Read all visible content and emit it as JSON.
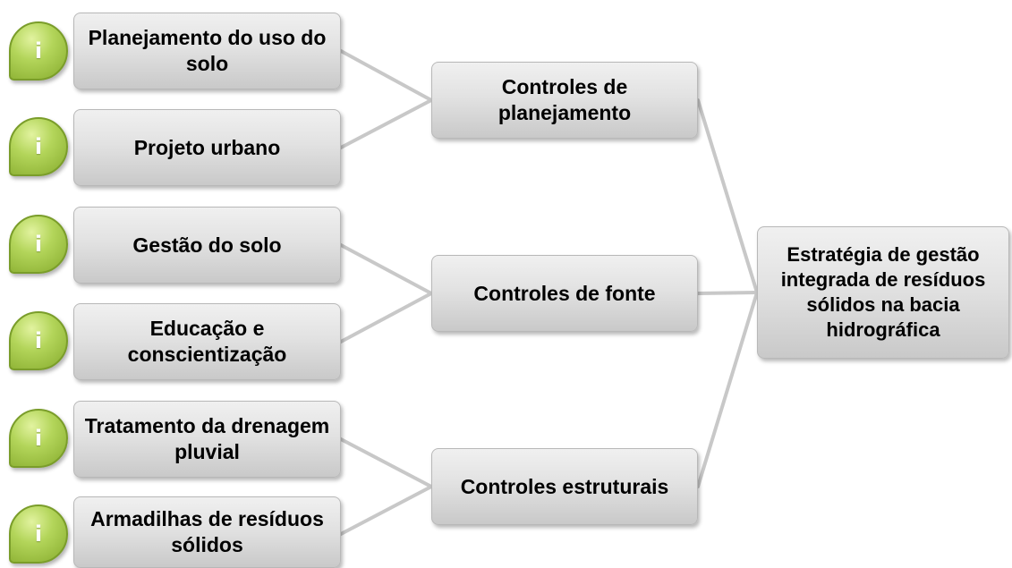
{
  "diagram": {
    "root": {
      "label": "Estratégia de gestão integrada de resíduos sólidos na bacia hidrográfica"
    },
    "groups": [
      {
        "label": "Controles de planejamento",
        "items": [
          {
            "label": "Planejamento do uso do solo",
            "icon": "i"
          },
          {
            "label": "Projeto urbano",
            "icon": "i"
          }
        ]
      },
      {
        "label": "Controles de fonte",
        "items": [
          {
            "label": "Gestão do solo",
            "icon": "i"
          },
          {
            "label": "Educação e conscientização",
            "icon": "i"
          }
        ]
      },
      {
        "label": "Controles estruturais",
        "items": [
          {
            "label": "Tratamento da drenagem pluvial",
            "icon": "i"
          },
          {
            "label": "Armadilhas de resíduos sólidos",
            "icon": "i"
          }
        ]
      }
    ],
    "colors": {
      "connector": "#c8c8c8",
      "box_fill": "#e2e2e2",
      "info_icon_fill": "#a8cc4c",
      "text": "#000000"
    }
  }
}
